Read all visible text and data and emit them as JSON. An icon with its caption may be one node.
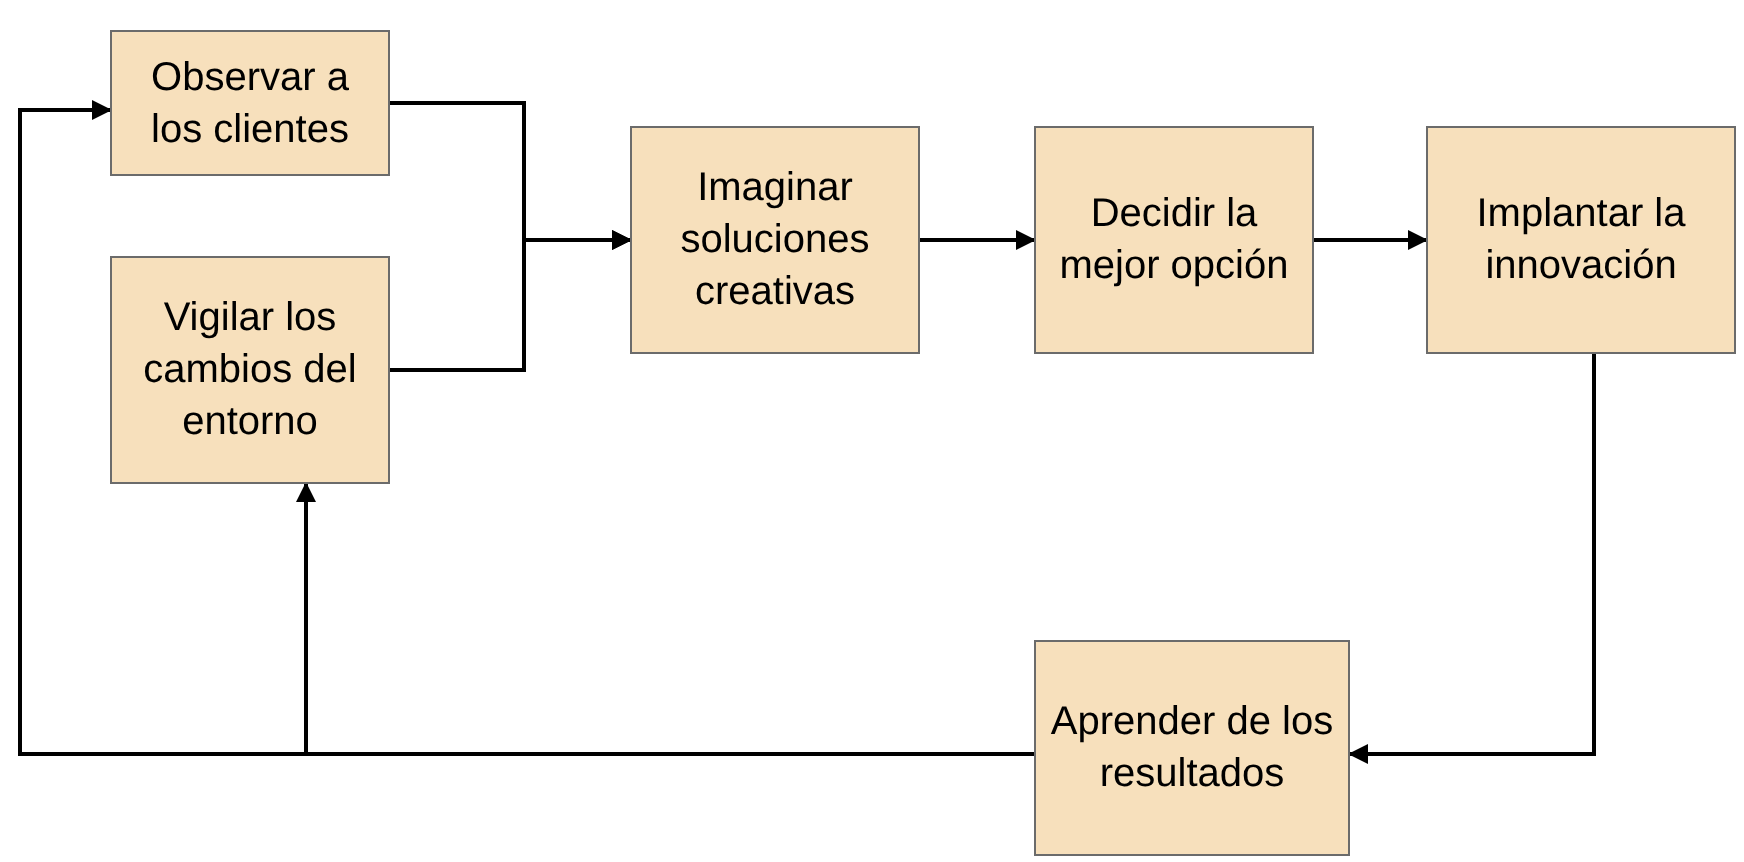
{
  "diagram": {
    "nodes": [
      {
        "text": [
          "Observar a los clientes"
        ]
      },
      {
        "text": [
          "Vigilar los cambios del entorno"
        ]
      },
      {
        "text": [
          "Imaginar soluciones creativas"
        ]
      },
      {
        "text": [
          "Decidir la mejor opción"
        ]
      },
      {
        "text": [
          "Implantar la innovación"
        ]
      },
      {
        "text": [
          "Aprender de los resultados"
        ]
      }
    ],
    "edges": [
      {
        "from": 0,
        "to": 2,
        "arrow": "to"
      },
      {
        "from": 1,
        "to": 2,
        "arrow": "to"
      },
      {
        "from": 2,
        "to": 3,
        "arrow": "to"
      },
      {
        "from": 3,
        "to": 4,
        "arrow": "to"
      },
      {
        "from": 4,
        "to": 5,
        "arrow": "to"
      },
      {
        "from": 5,
        "to": 0,
        "arrow": "to"
      },
      {
        "from": 5,
        "to": 1,
        "arrow": "to"
      }
    ]
  }
}
